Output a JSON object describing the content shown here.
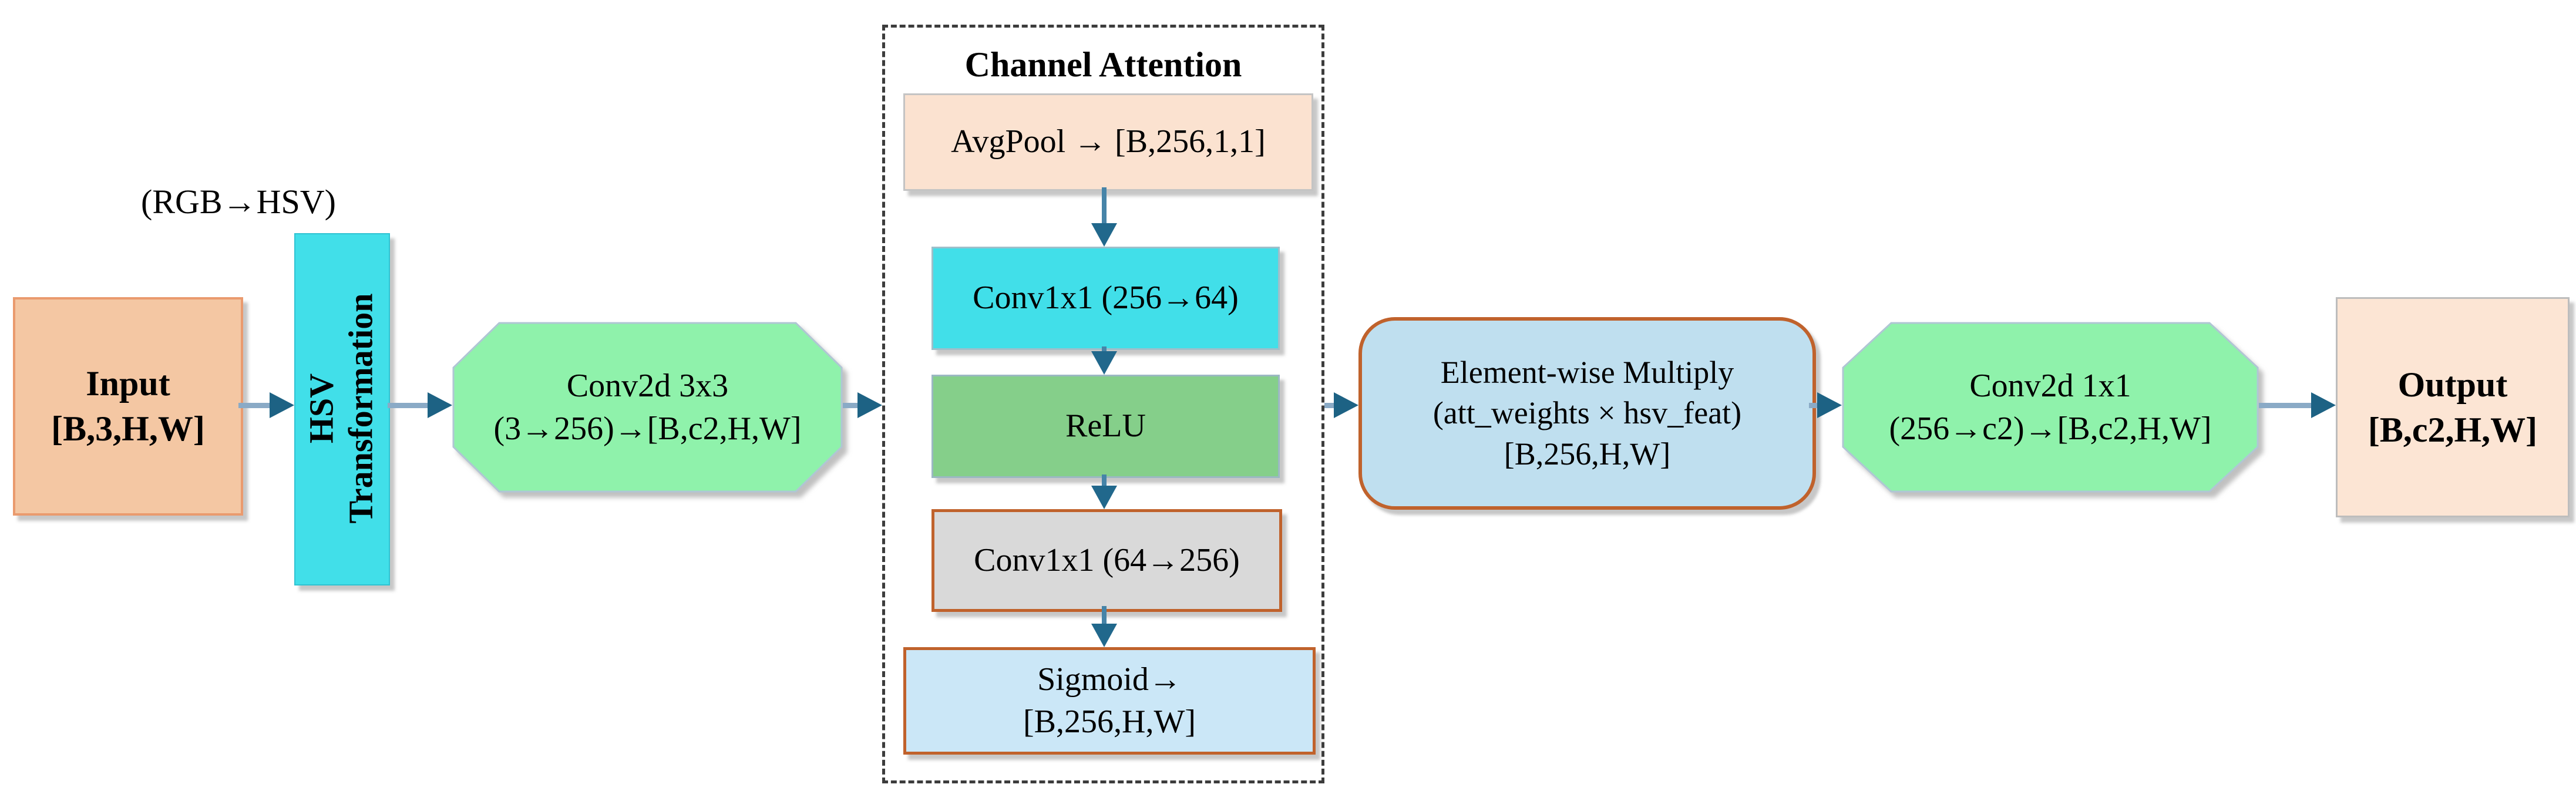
{
  "diagram": {
    "annotation_rgb_hsv": "(RGB→HSV)",
    "input": {
      "title": "Input",
      "shape": "[B,3,H,W]"
    },
    "hsv_transform": {
      "line1": "HSV",
      "line2": "Transformation"
    },
    "conv2d_3x3": {
      "line1": "Conv2d 3x3",
      "line2": "(3→256)→[B,c2,H,W]"
    },
    "channel_attention": {
      "title": "Channel Attention",
      "avgpool": "AvgPool → [B,256,1,1]",
      "conv_reduce": "Conv1x1 (256→64)",
      "relu": "ReLU",
      "conv_expand": "Conv1x1 (64→256)",
      "sigmoid_line1": "Sigmoid→",
      "sigmoid_line2": "[B,256,H,W]"
    },
    "elementwise_multiply": {
      "line1": "Element-wise Multiply",
      "line2": "(att_weights × hsv_feat)",
      "line3": "[B,256,H,W]"
    },
    "conv2d_1x1": {
      "line1": "Conv2d 1x1",
      "line2": "(256→c2)→[B,c2,H,W]"
    },
    "output": {
      "title": "Output",
      "shape": "[B,c2,H,W]"
    },
    "colors": {
      "input_fill": "#f4c7a3",
      "input_border": "#ea9a6e",
      "cyan_fill": "#41dfe9",
      "octagon_fill": "#8ff2ab",
      "relu_fill": "#85cf8a",
      "avgpool_fill": "#fbe2d0",
      "gray_fill": "#d9d9d9",
      "sigmoid_fill": "#cbe7f7",
      "multiply_fill": "#bfdfef",
      "orange_border": "#c0622c",
      "output_fill": "#fce5d4",
      "arrow_shaft": "#8aaac6",
      "arrow_head": "#1d6284",
      "dashed_border": "#3c3c3c"
    }
  }
}
